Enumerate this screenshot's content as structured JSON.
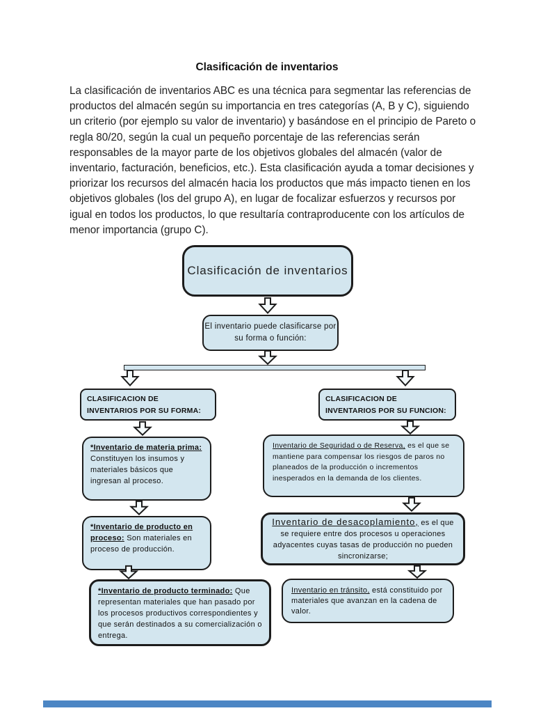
{
  "document": {
    "title": "Clasificación de inventarios",
    "paragraph": "La clasificación de inventarios ABC es una técnica para segmentar las referencias de productos del almacén según su importancia en tres categorías (A, B y C), siguiendo un criterio (por ejemplo su valor de inventario) y basándose en el principio de Pareto o regla 80/20, según la cual un pequeño porcentaje de las referencias serán responsables de la mayor parte de los objetivos globales del almacén (valor de inventario, facturación, beneficios, etc.). Esta clasificación ayuda a tomar decisiones y priorizar los recursos del almacén hacia los productos que más impacto tienen en los objetivos globales (los del grupo A), en lugar de focalizar esfuerzos y recursos por igual en todos los productos, lo que resultaría contraproducente con los artículos de menor importancia (grupo C)."
  },
  "diagram": {
    "root_label": "Clasificación de inventarios",
    "intro_label": "El inventario puede clasificarse por su forma o función:",
    "left_branch": {
      "header": "CLASIFICACION DE INVENTARIOS POR SU FORMA:",
      "items": [
        {
          "lead": "*Inventario de materia prima:",
          "text": "Constituyen los insumos y materiales básicos que ingresan al proceso."
        },
        {
          "lead": "*Inventario de producto en proceso:",
          "text": "Son materiales en proceso de producción."
        },
        {
          "lead": "*Inventario de producto terminado:",
          "text": "Que representan materiales que han pasado por los procesos productivos correspondientes y que serán destinados a su comercialización o entrega."
        }
      ]
    },
    "right_branch": {
      "header": "CLASIFICACION DE INVENTARIOS POR SU FUNCION:",
      "items": [
        {
          "lead": "Inventario de Seguridad o de Reserva,",
          "text": "es el que se mantiene para compensar los riesgos de paros no planeados de la producción o incrementos inesperados en la demanda de los clientes."
        },
        {
          "lead": "Inventario de desacoplamiento,",
          "text": "es el que se requiere entre dos procesos u operaciones adyacentes cuyas tasas de producción no pueden sincronizarse;"
        },
        {
          "lead": "Inventario en tránsito,",
          "text": "está constituido por materiales que avanzan en la cadena de valor."
        }
      ]
    },
    "colors": {
      "node_fill": "#d3e6ef",
      "node_border": "#1c1c1c",
      "arrow_fill": "#f4fafc",
      "bottom_bar": "#4c86c4"
    }
  }
}
